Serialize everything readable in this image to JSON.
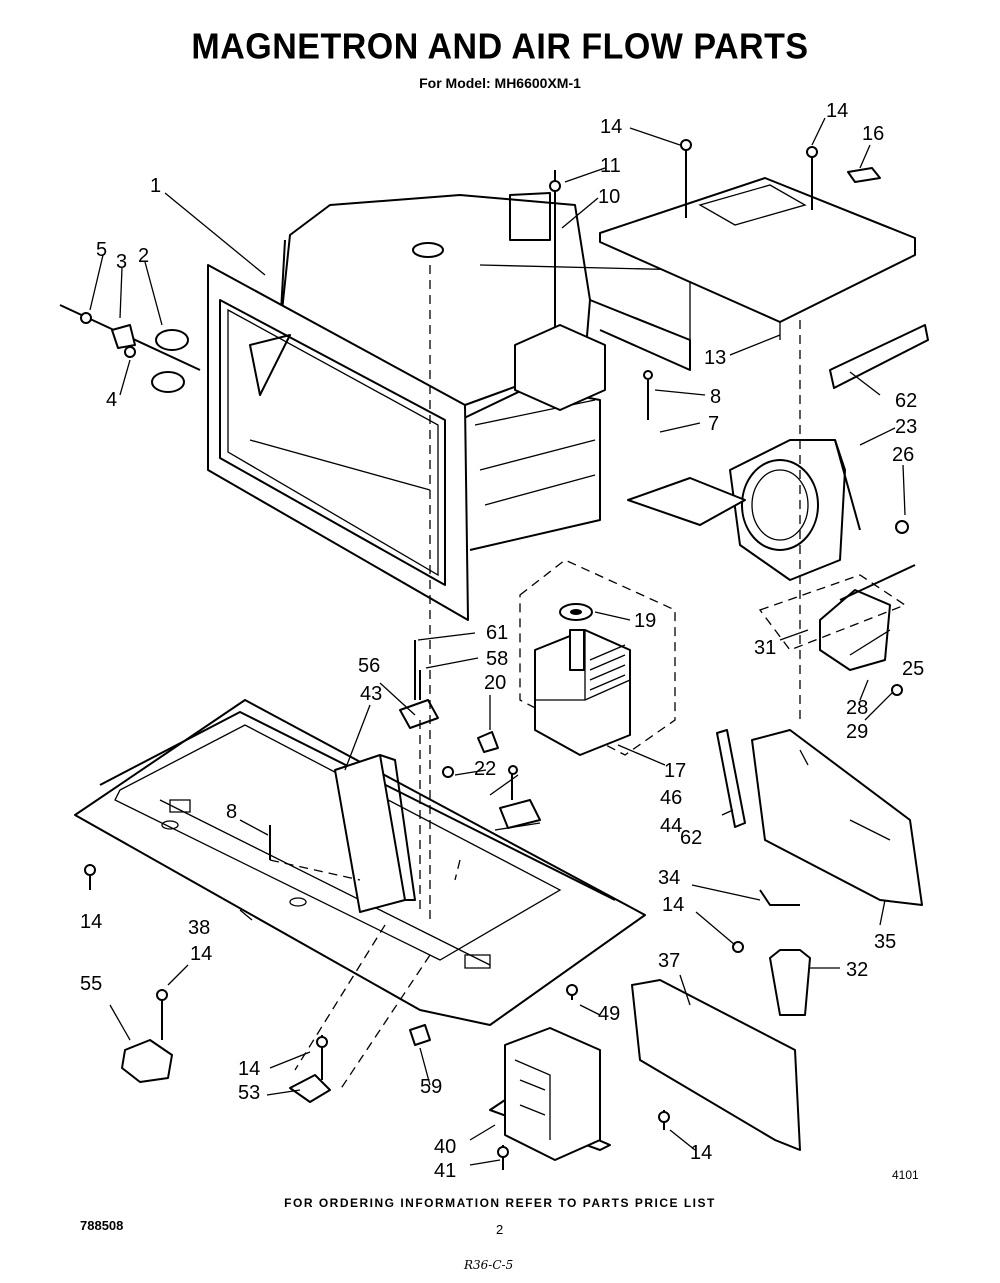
{
  "title": "MAGNETRON AND AIR FLOW PARTS",
  "subtitle": "For Model: MH6600XM-1",
  "footer_note": "FOR ORDERING INFORMATION REFER TO PARTS PRICE LIST",
  "drawing_id": "4101",
  "doc_number": "788508",
  "page_number": "2",
  "handwritten_note": "R36-C-5",
  "callouts": [
    "14",
    "14",
    "16",
    "11",
    "10",
    "1",
    "5",
    "3",
    "2",
    "4",
    "13",
    "8",
    "7",
    "62",
    "23",
    "26",
    "19",
    "61",
    "58",
    "56",
    "20",
    "43",
    "31",
    "25",
    "28",
    "29",
    "17",
    "22",
    "46",
    "44",
    "8",
    "62",
    "34",
    "14",
    "35",
    "14",
    "38",
    "32",
    "14",
    "37",
    "55",
    "49",
    "14",
    "53",
    "59",
    "40",
    "14",
    "41"
  ]
}
